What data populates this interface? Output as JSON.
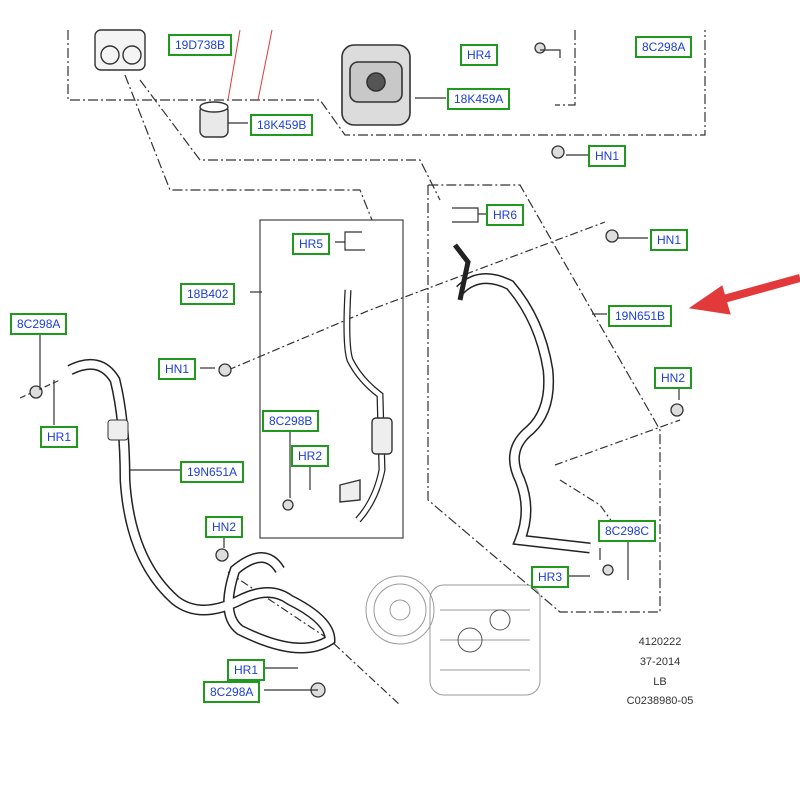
{
  "colors": {
    "callout_border": "#1f9a1f",
    "callout_text": "#1b3fd6",
    "pointer_arrow": "#e23a3a",
    "line": "#333333"
  },
  "callouts": [
    {
      "id": "19D738B-top",
      "text": "19D738B"
    },
    {
      "id": "HR4",
      "text": "HR4"
    },
    {
      "id": "8C298A-top",
      "text": "8C298A"
    },
    {
      "id": "18K459A",
      "text": "18K459A"
    },
    {
      "id": "18K459B",
      "text": "18K459B"
    },
    {
      "id": "HN1-top",
      "text": "HN1"
    },
    {
      "id": "HR6",
      "text": "HR6"
    },
    {
      "id": "HN1-right",
      "text": "HN1"
    },
    {
      "id": "HR5",
      "text": "HR5"
    },
    {
      "id": "18B402",
      "text": "18B402"
    },
    {
      "id": "19N651B",
      "text": "19N651B"
    },
    {
      "id": "8C298A-left",
      "text": "8C298A"
    },
    {
      "id": "HN1-mid",
      "text": "HN1"
    },
    {
      "id": "HN2-right",
      "text": "HN2"
    },
    {
      "id": "8C298B",
      "text": "8C298B"
    },
    {
      "id": "HR1-left",
      "text": "HR1"
    },
    {
      "id": "HR2",
      "text": "HR2"
    },
    {
      "id": "19N651A",
      "text": "19N651A"
    },
    {
      "id": "HN2-left",
      "text": "HN2"
    },
    {
      "id": "8C298C",
      "text": "8C298C"
    },
    {
      "id": "HR3",
      "text": "HR3"
    },
    {
      "id": "HR1-bottom",
      "text": "HR1"
    },
    {
      "id": "8C298A-bottom",
      "text": "8C298A"
    }
  ],
  "reference": {
    "line1": "4120222",
    "line2": "37-2014",
    "line3": "LB",
    "line4": "C0238980-05"
  }
}
